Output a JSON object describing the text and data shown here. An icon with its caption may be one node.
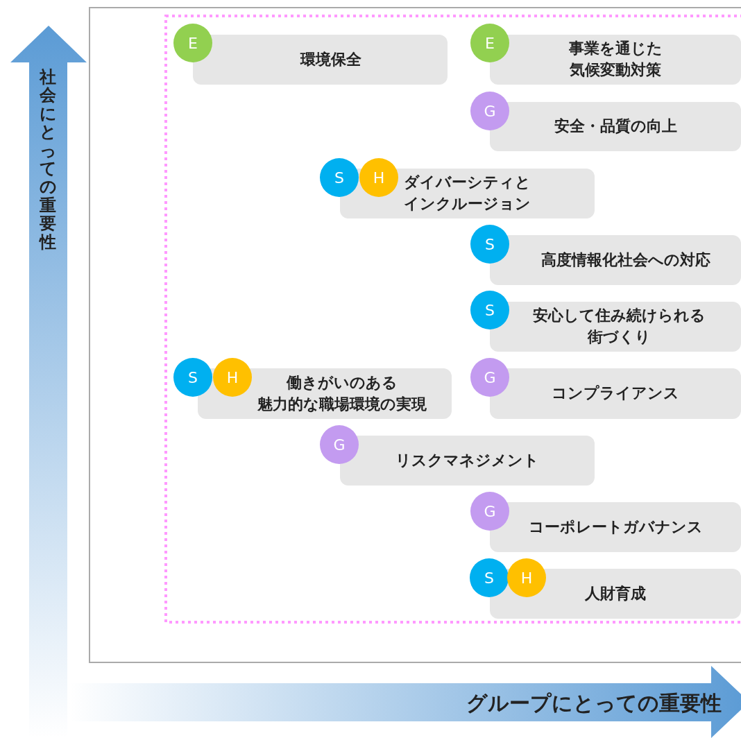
{
  "diagram": {
    "nodes": [
      {
        "text": [
          "E"
        ]
      },
      {
        "text": [
          "環境保全"
        ]
      },
      {
        "text": [
          "E"
        ]
      },
      {
        "text": [
          "事業を通じた気候変動対策"
        ]
      },
      {
        "text": [
          "G"
        ]
      },
      {
        "text": [
          "安全・品質の向上"
        ]
      },
      {
        "text": [
          "S"
        ]
      },
      {
        "text": [
          "H"
        ]
      },
      {
        "text": [
          "ダイバーシティとインクルージョン"
        ]
      },
      {
        "text": [
          "S"
        ]
      },
      {
        "text": [
          "高度情報化社会への対応"
        ]
      },
      {
        "text": [
          "S"
        ]
      },
      {
        "text": [
          "安心して住み続けられる街づくり"
        ]
      },
      {
        "text": [
          "S"
        ]
      },
      {
        "text": [
          "H"
        ]
      },
      {
        "text": [
          "働きがいのある魅力的な職場環境の実現"
        ]
      },
      {
        "text": [
          "G"
        ]
      },
      {
        "text": [
          "コンプライアンス"
        ]
      },
      {
        "text": [
          "G"
        ]
      },
      {
        "text": [
          "リスクマネジメント"
        ]
      },
      {
        "text": [
          "G"
        ]
      },
      {
        "text": [
          "コーポレートガバナンス"
        ]
      },
      {
        "text": [
          "S"
        ]
      },
      {
        "text": [
          "H"
        ]
      },
      {
        "text": [
          "人財育成"
        ]
      }
    ],
    "labels": [
      "社会にとっての重要性",
      "グループにとっての重要性"
    ]
  }
}
